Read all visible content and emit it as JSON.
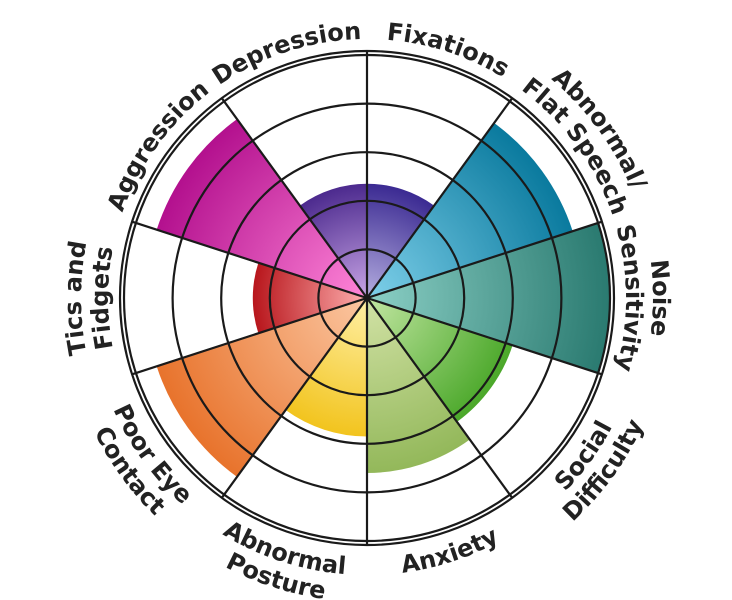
{
  "chart_data": {
    "type": "radial-bar",
    "title": "",
    "rlim": [
      0,
      5
    ],
    "grid": true,
    "legend": "none",
    "categories": [
      "Fixations",
      "Abnormal/ Flat Speech",
      "Noise Sensitivity",
      "Social Difficulty",
      "Anxiety",
      "Abnormal Posture",
      "Poor Eye Contact",
      "Tics and Fidgets",
      "Aggression",
      "Depression"
    ],
    "label_lines": [
      [
        "Fixations"
      ],
      [
        "Abnormal/",
        "Flat Speech"
      ],
      [
        "Noise",
        "Sensitivity"
      ],
      [
        "Social",
        "Difficulty"
      ],
      [
        "Anxiety"
      ],
      [
        "Abnormal",
        "Posture"
      ],
      [
        "Poor Eye",
        "Contact"
      ],
      [
        "Tics and",
        "Fidgets"
      ],
      [
        "Aggression"
      ],
      [
        "Depression"
      ]
    ],
    "values": [
      2.35,
      4.45,
      5.0,
      3.15,
      3.6,
      2.85,
      4.55,
      2.35,
      4.55,
      2.35
    ],
    "colors": [
      [
        "#b5aee0",
        "#3b2a92"
      ],
      [
        "#7fd0ea",
        "#0a7a9e"
      ],
      [
        "#8cd0c6",
        "#2a7a70"
      ],
      [
        "#c2e6a2",
        "#4ba82a"
      ],
      [
        "#d2e2a6",
        "#93b85a"
      ],
      [
        "#fff0a6",
        "#f2c41e"
      ],
      [
        "#fbc7a2",
        "#e8732c"
      ],
      [
        "#ffb0b0",
        "#b8161c"
      ],
      [
        "#ff86d8",
        "#b3108e"
      ],
      [
        "#c9a6e6",
        "#4c2a8e"
      ]
    ]
  }
}
